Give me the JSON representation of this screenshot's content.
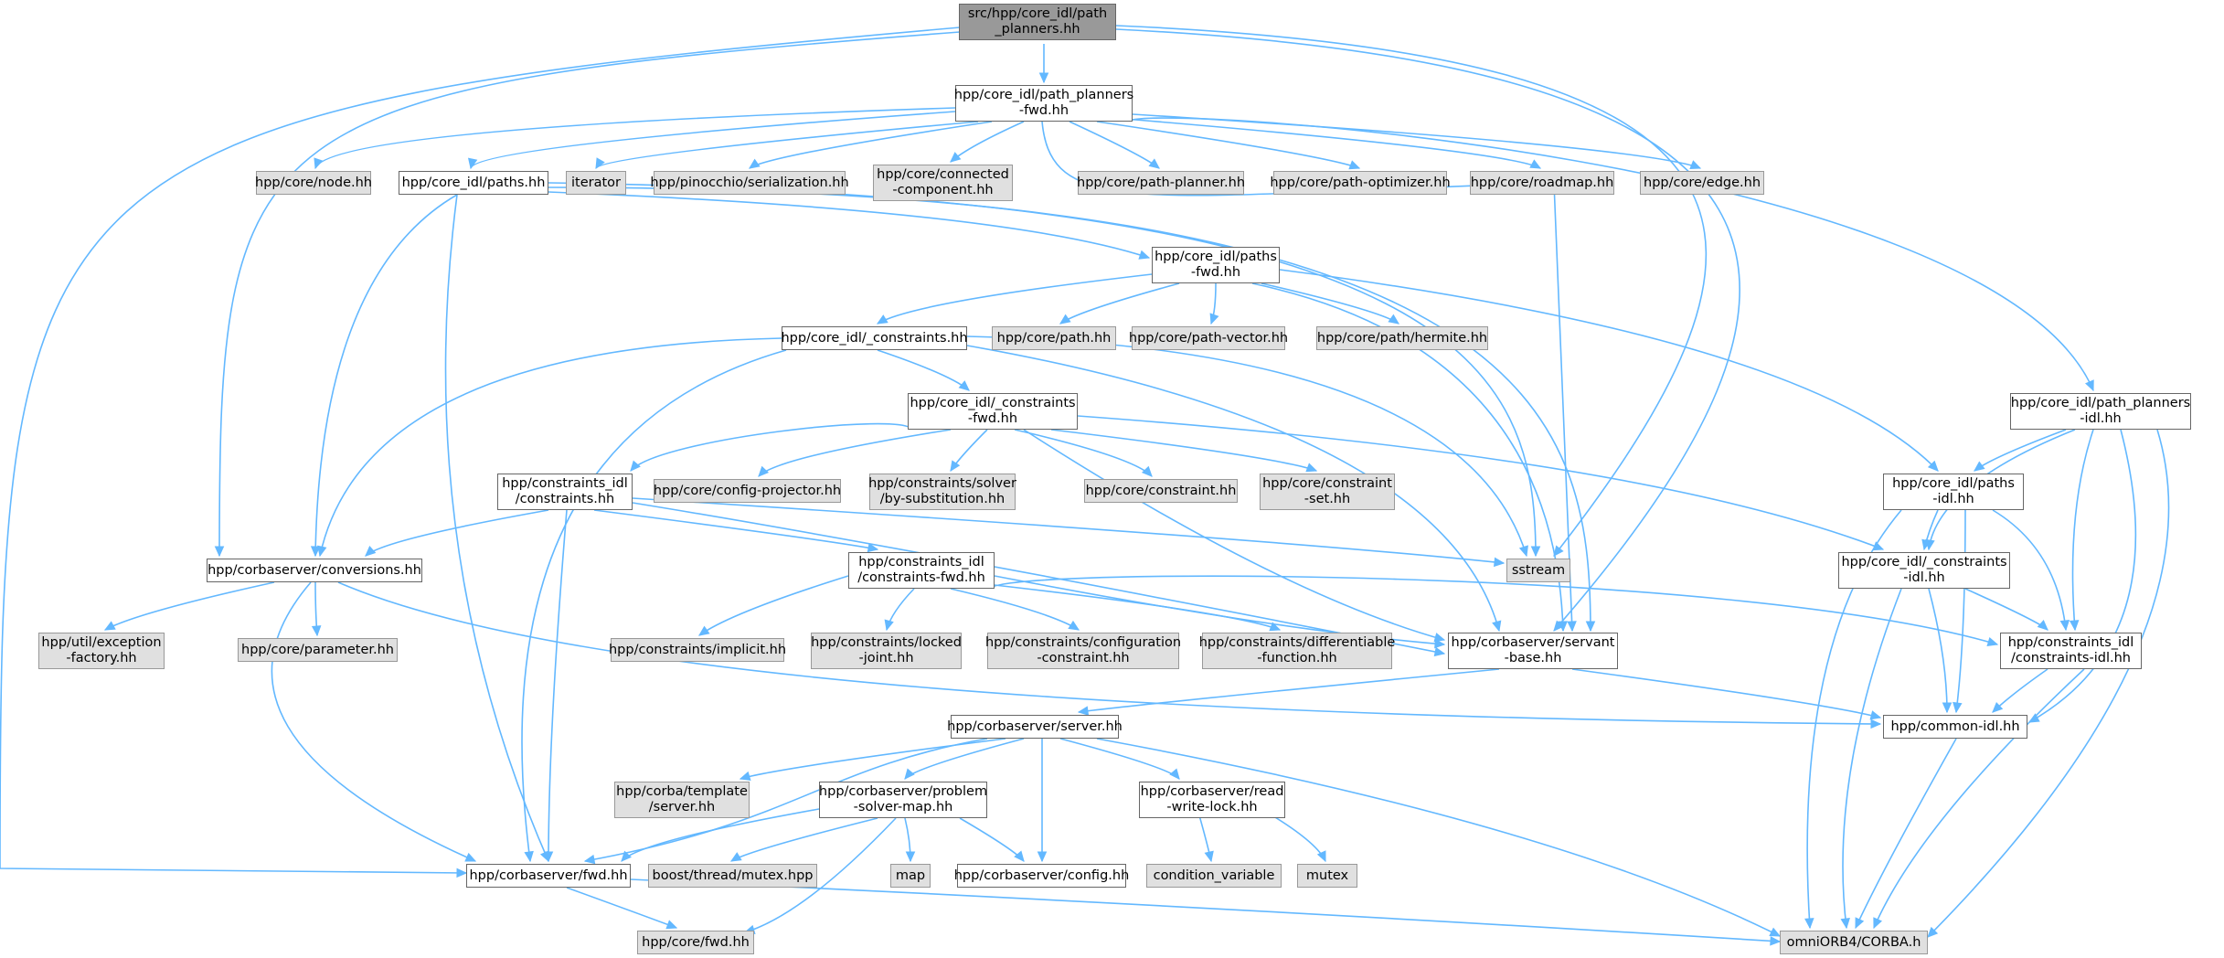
{
  "diagram": {
    "nodes": [
      {
        "id": "root",
        "label": "src/hpp/core_idl/path\n_planners.hh",
        "kind": "root"
      },
      {
        "id": "ppfwd",
        "label": "hpp/core_idl/path_planners\n-fwd.hh",
        "kind": "doc"
      },
      {
        "id": "node",
        "label": "hpp/core/node.hh",
        "kind": "ext"
      },
      {
        "id": "paths",
        "label": "hpp/core_idl/paths.hh",
        "kind": "doc"
      },
      {
        "id": "iterator",
        "label": "iterator",
        "kind": "ext"
      },
      {
        "id": "pinser",
        "label": "hpp/pinocchio/serialization.hh",
        "kind": "ext"
      },
      {
        "id": "conncomp",
        "label": "hpp/core/connected\n-component.hh",
        "kind": "ext"
      },
      {
        "id": "pplanner",
        "label": "hpp/core/path-planner.hh",
        "kind": "ext"
      },
      {
        "id": "poptim",
        "label": "hpp/core/path-optimizer.hh",
        "kind": "ext"
      },
      {
        "id": "roadmap",
        "label": "hpp/core/roadmap.hh",
        "kind": "ext"
      },
      {
        "id": "edge",
        "label": "hpp/core/edge.hh",
        "kind": "ext"
      },
      {
        "id": "pathsfwd",
        "label": "hpp/core_idl/paths\n-fwd.hh",
        "kind": "doc"
      },
      {
        "id": "uconstr",
        "label": "hpp/core_idl/_constraints.hh",
        "kind": "doc"
      },
      {
        "id": "path",
        "label": "hpp/core/path.hh",
        "kind": "ext"
      },
      {
        "id": "pathvec",
        "label": "hpp/core/path-vector.hh",
        "kind": "ext"
      },
      {
        "id": "hermite",
        "label": "hpp/core/path/hermite.hh",
        "kind": "ext"
      },
      {
        "id": "ppidl",
        "label": "hpp/core_idl/path_planners\n-idl.hh",
        "kind": "doc"
      },
      {
        "id": "uconstrfwd",
        "label": "hpp/core_idl/_constraints\n-fwd.hh",
        "kind": "doc"
      },
      {
        "id": "cidlconstr",
        "label": "hpp/constraints_idl\n/constraints.hh",
        "kind": "doc"
      },
      {
        "id": "cfgproj",
        "label": "hpp/core/config-projector.hh",
        "kind": "ext"
      },
      {
        "id": "solver",
        "label": "hpp/constraints/solver\n/by-substitution.hh",
        "kind": "ext"
      },
      {
        "id": "coreconstr",
        "label": "hpp/core/constraint.hh",
        "kind": "ext"
      },
      {
        "id": "constrset",
        "label": "hpp/core/constraint\n-set.hh",
        "kind": "ext"
      },
      {
        "id": "pathsidl",
        "label": "hpp/core_idl/paths\n-idl.hh",
        "kind": "doc"
      },
      {
        "id": "conv",
        "label": "hpp/corbaserver/conversions.hh",
        "kind": "doc"
      },
      {
        "id": "sstream",
        "label": "sstream",
        "kind": "ext"
      },
      {
        "id": "cidlfwd",
        "label": "hpp/constraints_idl\n/constraints-fwd.hh",
        "kind": "doc"
      },
      {
        "id": "uconstridl",
        "label": "hpp/core_idl/_constraints\n-idl.hh",
        "kind": "doc"
      },
      {
        "id": "excf",
        "label": "hpp/util/exception\n-factory.hh",
        "kind": "ext"
      },
      {
        "id": "param",
        "label": "hpp/core/parameter.hh",
        "kind": "ext"
      },
      {
        "id": "implicit",
        "label": "hpp/constraints/implicit.hh",
        "kind": "ext"
      },
      {
        "id": "locked",
        "label": "hpp/constraints/locked\n-joint.hh",
        "kind": "ext"
      },
      {
        "id": "cfgconstr",
        "label": "hpp/constraints/configuration\n-constraint.hh",
        "kind": "ext"
      },
      {
        "id": "difffn",
        "label": "hpp/constraints/differentiable\n-function.hh",
        "kind": "ext"
      },
      {
        "id": "servant",
        "label": "hpp/corbaserver/servant\n-base.hh",
        "kind": "doc"
      },
      {
        "id": "cidlidl",
        "label": "hpp/constraints_idl\n/constraints-idl.hh",
        "kind": "doc"
      },
      {
        "id": "server",
        "label": "hpp/corbaserver/server.hh",
        "kind": "doc"
      },
      {
        "id": "commonidl",
        "label": "hpp/common-idl.hh",
        "kind": "doc"
      },
      {
        "id": "tmplserver",
        "label": "hpp/corba/template\n/server.hh",
        "kind": "ext"
      },
      {
        "id": "psmap",
        "label": "hpp/corbaserver/problem\n-solver-map.hh",
        "kind": "doc"
      },
      {
        "id": "rwlock",
        "label": "hpp/corbaserver/read\n-write-lock.hh",
        "kind": "doc"
      },
      {
        "id": "fwd",
        "label": "hpp/corbaserver/fwd.hh",
        "kind": "doc"
      },
      {
        "id": "mutexhpp",
        "label": "boost/thread/mutex.hpp",
        "kind": "ext"
      },
      {
        "id": "map",
        "label": "map",
        "kind": "ext"
      },
      {
        "id": "config",
        "label": "hpp/corbaserver/config.hh",
        "kind": "doc"
      },
      {
        "id": "condvar",
        "label": "condition_variable",
        "kind": "ext"
      },
      {
        "id": "mutex",
        "label": "mutex",
        "kind": "ext"
      },
      {
        "id": "corefwd",
        "label": "hpp/core/fwd.hh",
        "kind": "ext"
      },
      {
        "id": "corba",
        "label": "omniORB4/CORBA.h",
        "kind": "ext"
      }
    ]
  },
  "colors": {
    "edge": "#63b8ff",
    "doc_fill": "#ffffff",
    "doc_border": "#666666",
    "ext_fill": "#e0e0e0",
    "ext_border": "#999999",
    "root_fill": "#999999"
  }
}
